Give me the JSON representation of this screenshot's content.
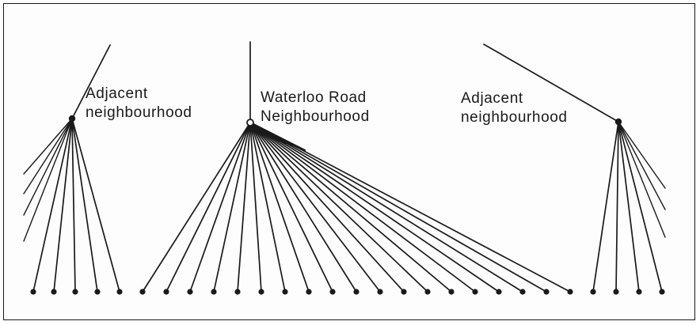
{
  "labels": {
    "left": {
      "line1": "Adjacent",
      "line2": "neighbourhood"
    },
    "center": {
      "line1": "Waterloo Road",
      "line2": "Neighbourhood"
    },
    "right": {
      "line1": "Adjacent",
      "line2": "neighbourhood"
    }
  },
  "network": {
    "hubs": [
      {
        "id": "left-hub",
        "leaf_count": 5
      },
      {
        "id": "center-hub",
        "leaf_count": 19
      },
      {
        "id": "right-hub",
        "leaf_count": 4
      }
    ]
  },
  "colors": {
    "line": "#1a1a1a",
    "background": "#fdfdfd"
  }
}
